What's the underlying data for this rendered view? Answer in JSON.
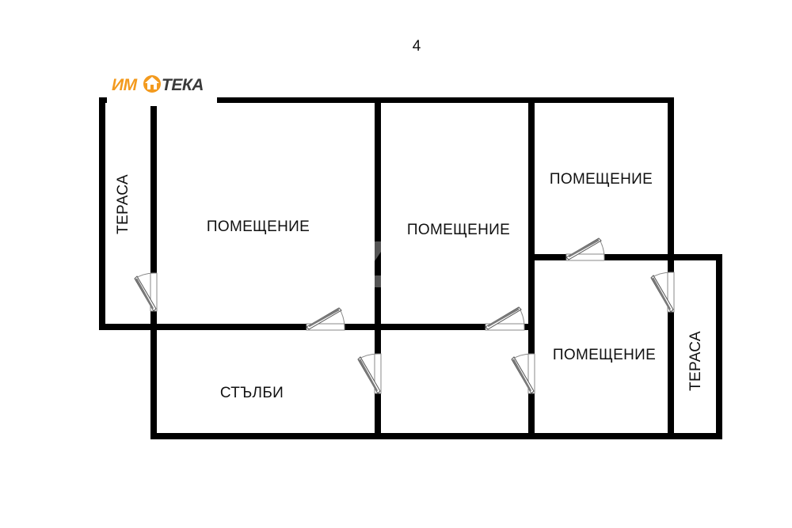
{
  "floor": {
    "label": "4"
  },
  "logo": {
    "part1": "ИМ",
    "part2": "ТЕКА",
    "brand_color": "#F39A1E",
    "dark_color": "#3A3A3A",
    "house_color": "#F39A1E"
  },
  "colors": {
    "wall": "#000000",
    "background": "#FFFFFF",
    "door_frame": "#8A8A8A"
  },
  "rooms": [
    {
      "id": "terrace-left",
      "label": "ТЕРАСА",
      "orientation": "vertical"
    },
    {
      "id": "room-1",
      "label": "ПОМЕЩЕНИЕ",
      "orientation": "horizontal"
    },
    {
      "id": "room-2",
      "label": "ПОМЕЩЕНИЕ",
      "orientation": "horizontal"
    },
    {
      "id": "room-3",
      "label": "ПОМЕЩЕНИЕ",
      "orientation": "horizontal"
    },
    {
      "id": "room-4",
      "label": "ПОМЕЩЕНИЕ",
      "orientation": "horizontal"
    },
    {
      "id": "stairs",
      "label": "СТЪЛБИ",
      "orientation": "horizontal"
    },
    {
      "id": "corridor",
      "label": "",
      "orientation": "horizontal"
    },
    {
      "id": "terrace-right",
      "label": "ТЕРАСА",
      "orientation": "vertical"
    }
  ],
  "doors_count": 8
}
